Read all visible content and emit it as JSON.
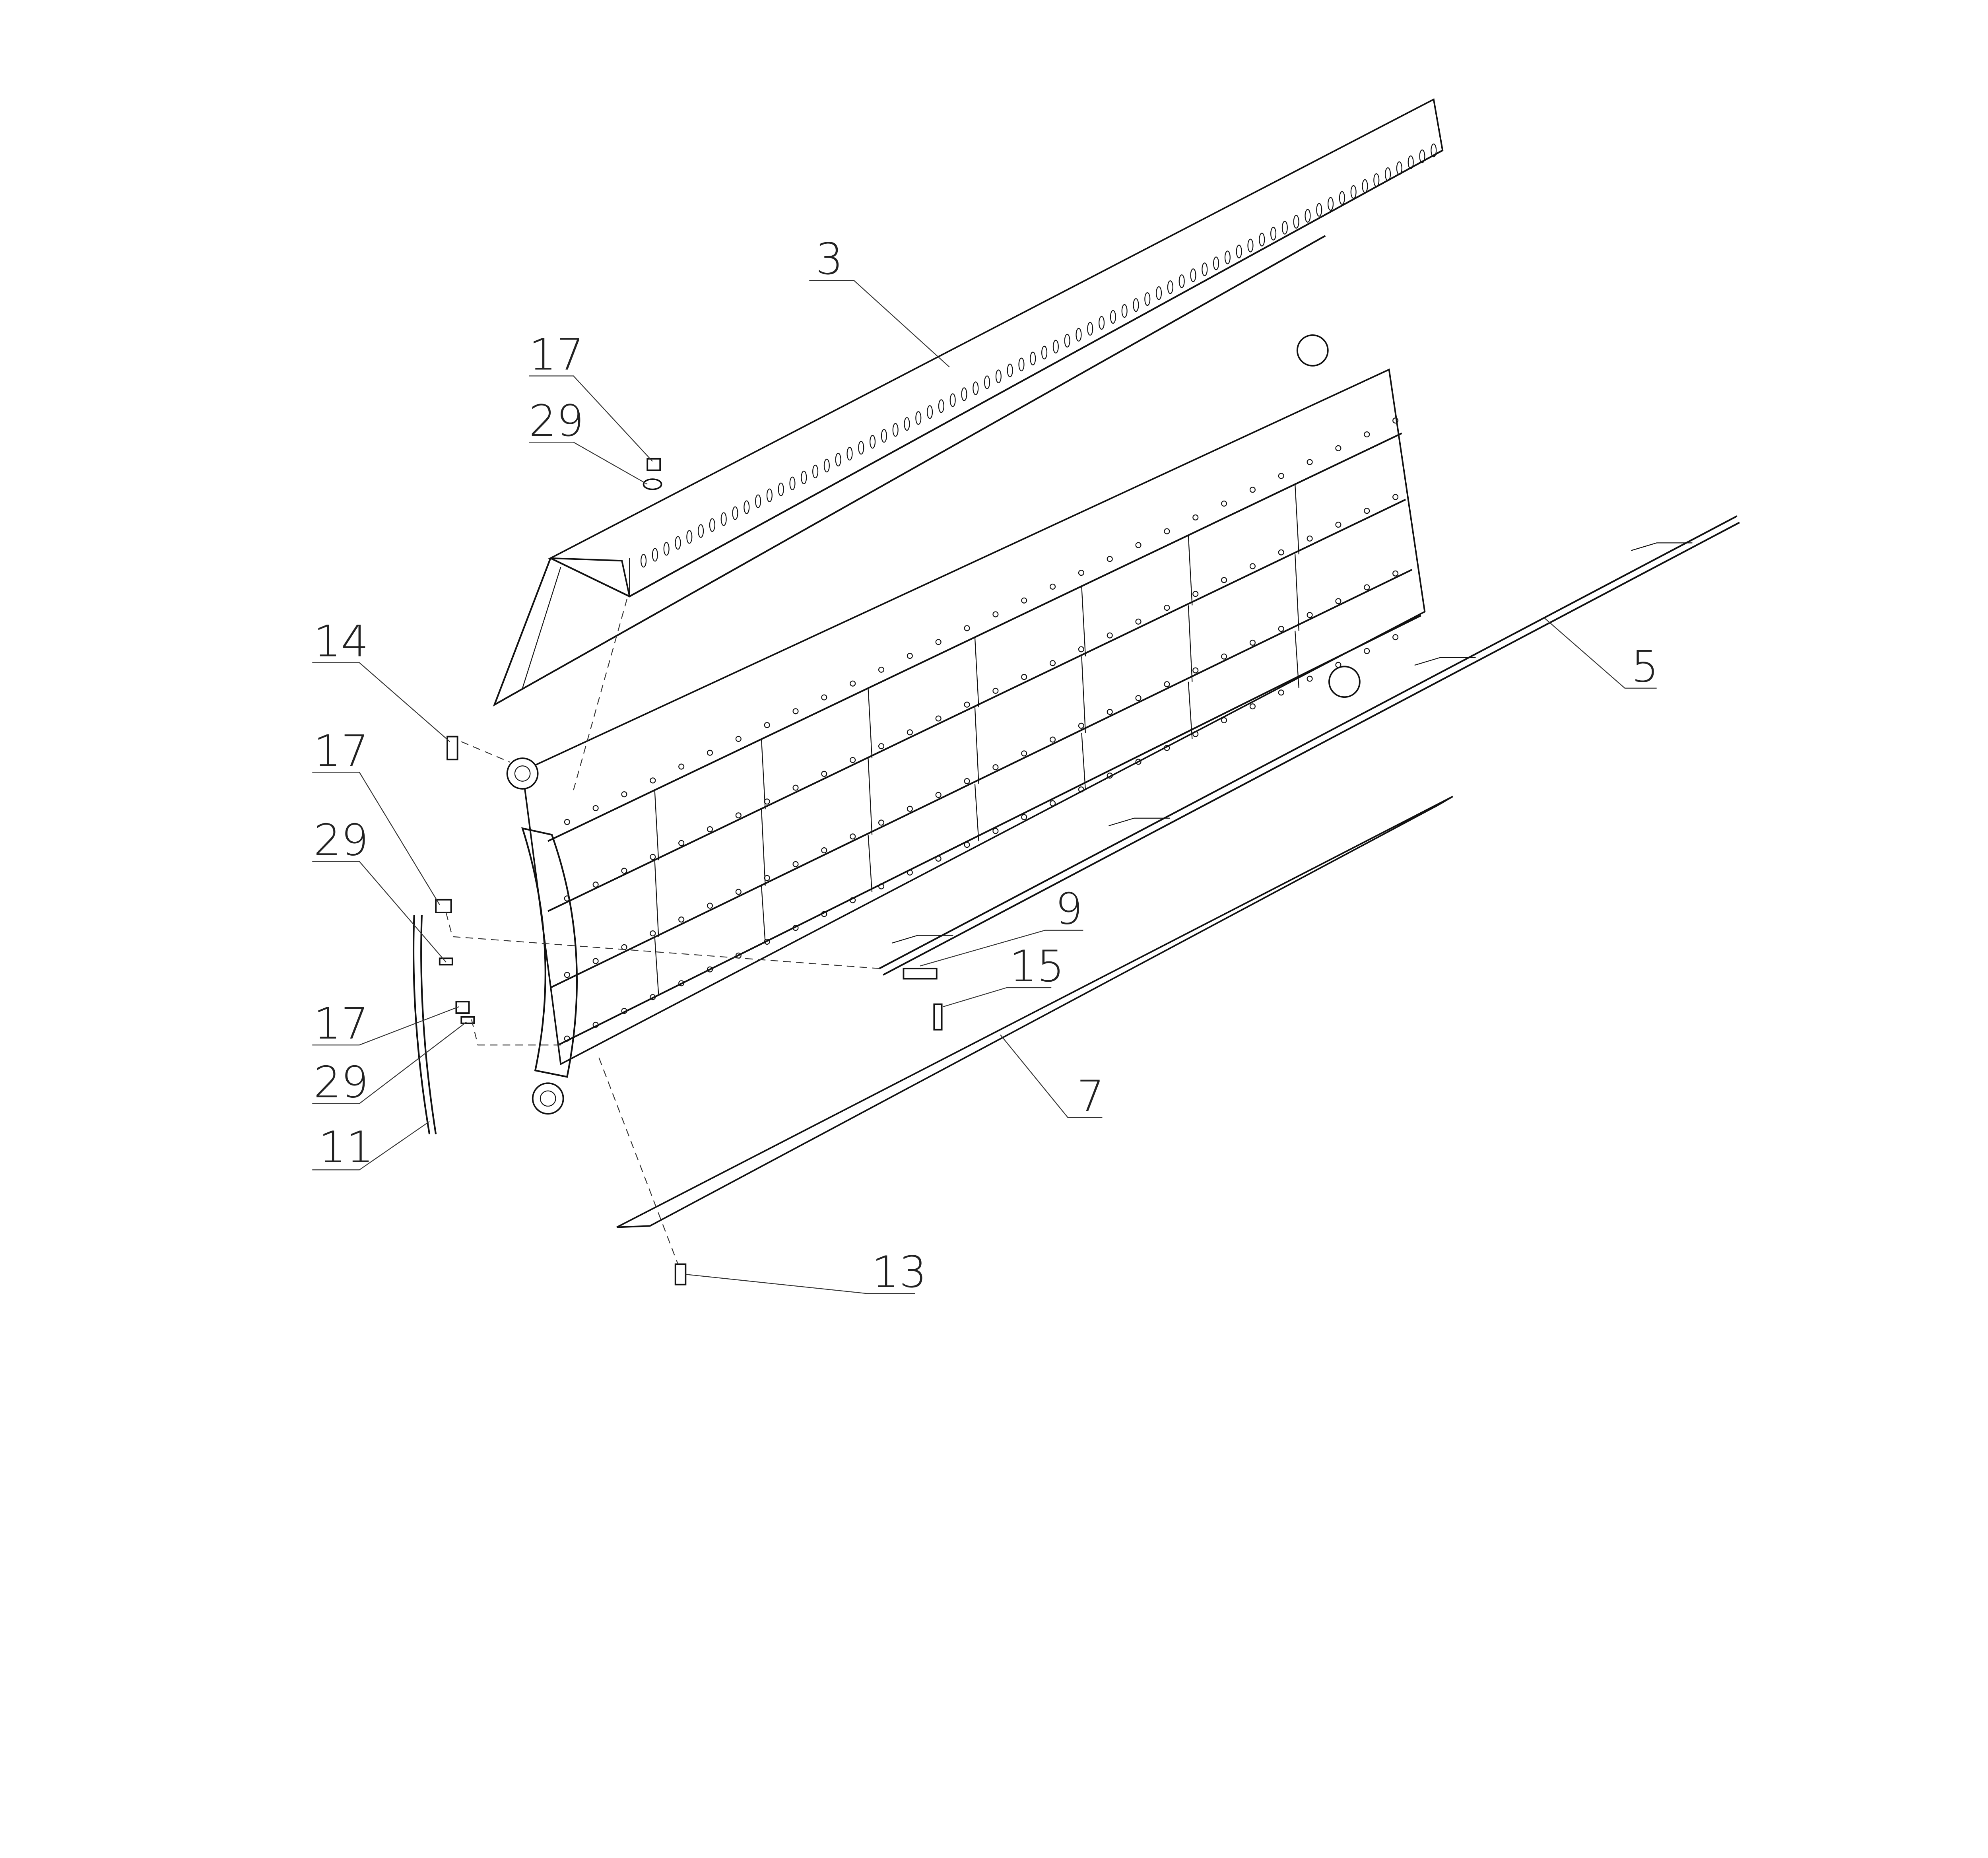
{
  "callouts": [
    "3",
    "17",
    "29",
    "14",
    "17",
    "29",
    "17",
    "29",
    "11",
    "9",
    "15",
    "5",
    "7",
    "13"
  ]
}
